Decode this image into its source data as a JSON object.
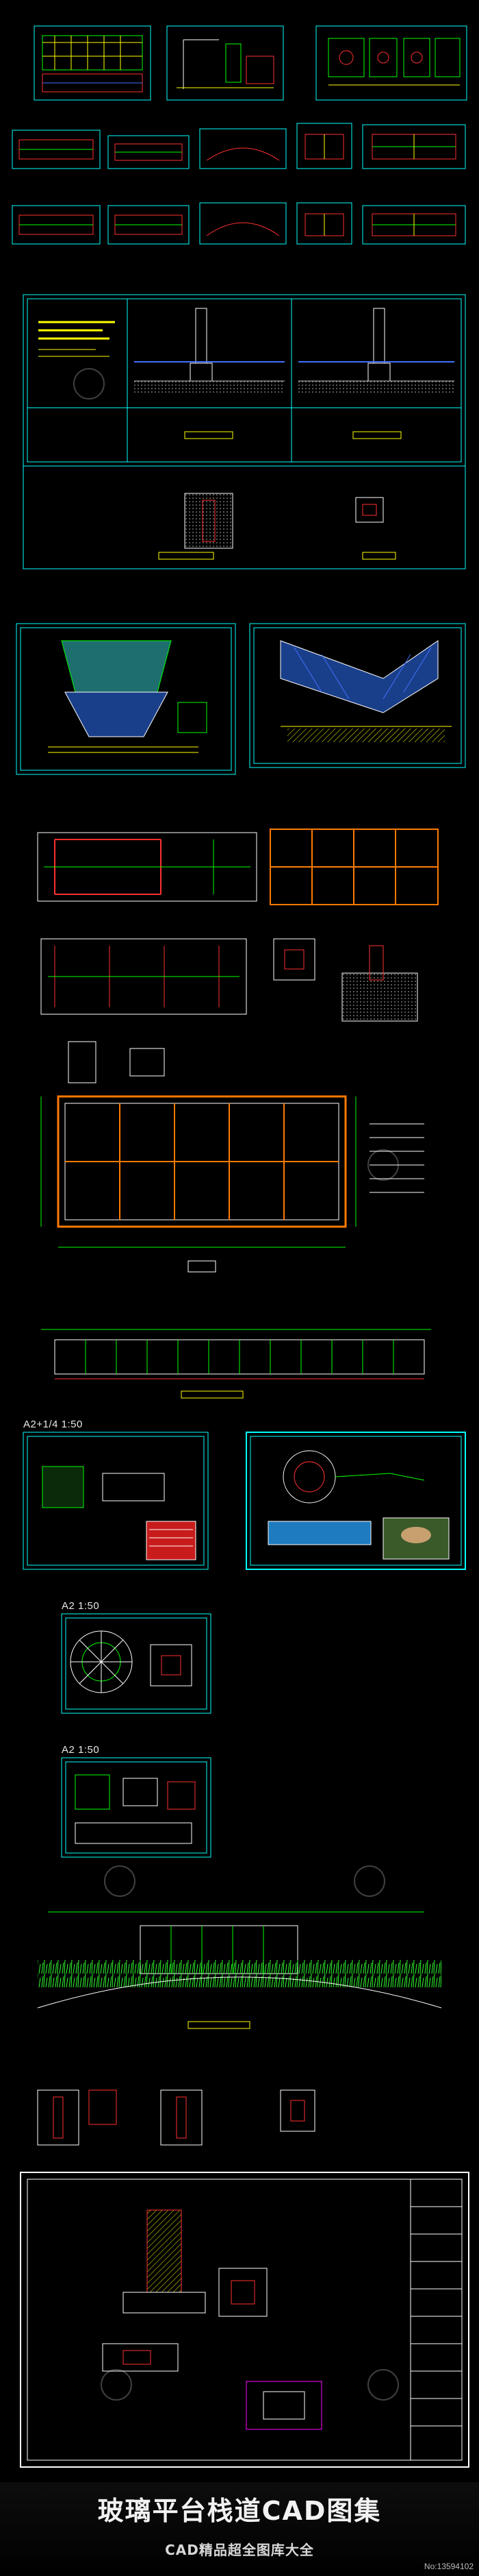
{
  "scale_labels": [
    "A2+1/4  1:50",
    "A2  1:50",
    "A2  1:50"
  ],
  "banner": {
    "title": "玻璃平台栈道CAD图集",
    "subtitle": "CAD精品超全图库大全",
    "number": "No:13594102"
  },
  "colors": {
    "frame": "#00ffff",
    "line_green": "#00ff00",
    "line_yellow": "#ffff00",
    "line_red": "#ff3030",
    "line_orange": "#ff7a00",
    "line_magenta": "#ff00ff",
    "line_blue": "#4070ff",
    "background": "#000000"
  },
  "icons": [
    "watermark-logo"
  ]
}
